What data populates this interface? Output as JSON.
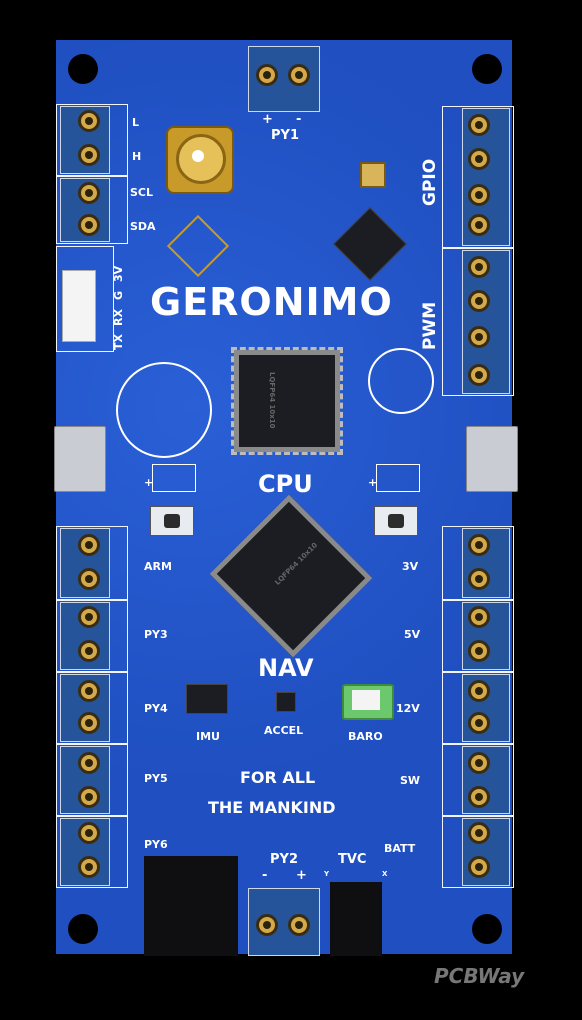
{
  "board": {
    "title": "GERONIMO",
    "cpu_label": "CPU",
    "nav_label": "NAV",
    "tagline_line1": "FOR ALL",
    "tagline_line2": "THE MANKIND"
  },
  "left_connectors": {
    "l": "L",
    "h": "H",
    "scl": "SCL",
    "sda": "SDA",
    "uart_3v": "3V",
    "uart_g": "G",
    "uart_rx": "RX",
    "uart_tx": "TX"
  },
  "top_connectors": {
    "py1": "PY1",
    "py1_plus": "+",
    "py1_minus": "-"
  },
  "right_connectors": {
    "gpio": "GPIO",
    "pwm": "PWM"
  },
  "left_ports": [
    "ARM",
    "PY3",
    "PY4",
    "PY5",
    "PY6"
  ],
  "right_ports": [
    "3V",
    "5V",
    "12V",
    "SW",
    "BATT"
  ],
  "sensors": {
    "imu": "IMU",
    "accel": "ACCEL",
    "baro": "BARO"
  },
  "bottom_connectors": {
    "py2": "PY2",
    "py2_minus": "-",
    "py2_plus": "+",
    "tvc": "TVC",
    "tvc_y": "Y",
    "tvc_x": "X"
  },
  "chip_markings": {
    "cpu_top": "LQFP64 10x10",
    "cpu_nav": "LQFP64 10x10"
  },
  "watermark": "PCBWay"
}
